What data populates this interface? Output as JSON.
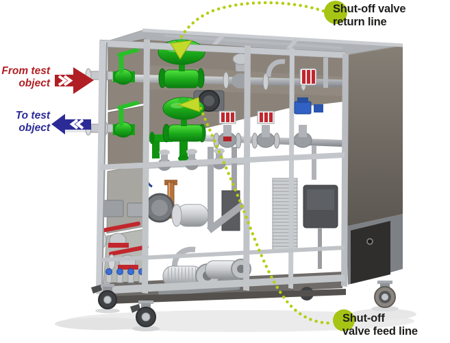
{
  "annotations": {
    "return_line": {
      "line1": "Shut-off valve",
      "line2": "return line"
    },
    "feed_line": {
      "line1": "Shut-off",
      "line2": "valve feed line"
    },
    "from_test": {
      "line1": "From test",
      "line2": "object"
    },
    "to_test": {
      "line1": "To test",
      "line2": "object"
    }
  },
  "colors": {
    "callout_accent": "#a6c414",
    "leader_dots": "#b5ce13",
    "leader_arrowhead": "#c4da2b",
    "from_arrow_red": "#b01f24",
    "to_arrow_blue": "#2b2a97",
    "label_text": "#1d1d1b",
    "highlighted_valve_green": "#1aa81a"
  },
  "icons": {
    "callout_dot": "filled-circle",
    "from_arrow": "block-arrow-right-with-chevrons",
    "to_arrow": "block-arrow-left-with-chevrons",
    "leader_line": "dotted-curved-arrow"
  }
}
